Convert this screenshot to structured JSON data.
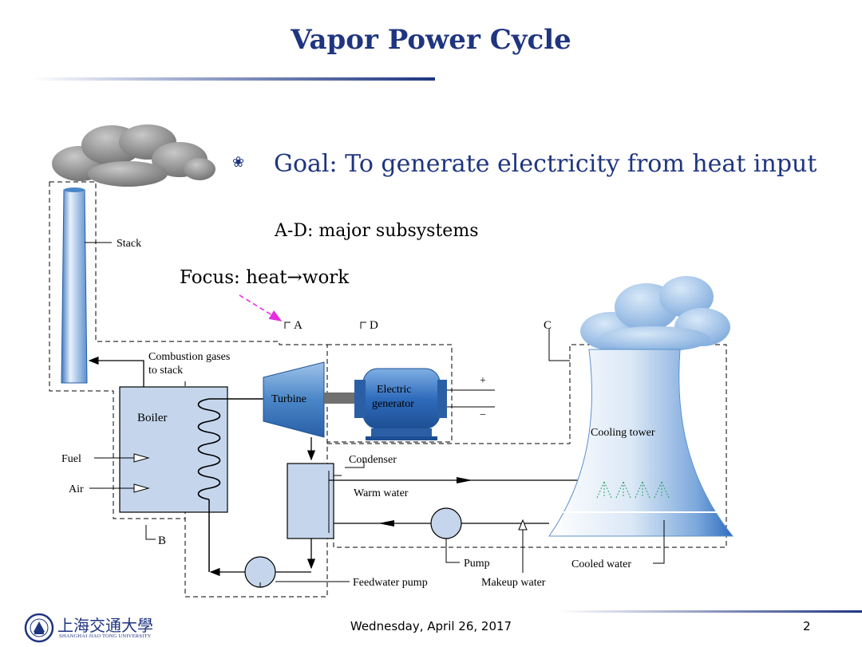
{
  "slide": {
    "title": "Vapor Power Cycle",
    "goal": "Goal: To generate electricity from heat input",
    "subsystems_note": "A-D: major subsystems",
    "focus": "Focus: heat→work"
  },
  "diagram": {
    "labels": {
      "stack": "Stack",
      "combustion_gases_line1": "Combustion gases",
      "combustion_gases_line2": "to stack",
      "boiler": "Boiler",
      "fuel": "Fuel",
      "air": "Air",
      "turbine": "Turbine",
      "electric": "Electric",
      "generator": "generator",
      "plus": "+",
      "minus": "−",
      "condenser": "Condenser",
      "warm_water": "Warm water",
      "cooling_tower": "Cooling tower",
      "pump": "Pump",
      "cooled_water": "Cooled water",
      "feedwater_pump": "Feedwater pump",
      "makeup_water": "Makeup water",
      "sub_a": "A",
      "sub_b": "B",
      "sub_c": "C",
      "sub_d": "D"
    },
    "colors": {
      "equipment_fill": "#c5d6ec",
      "turbine_blue": "#4a86c7",
      "smoke": "#8a8a8a",
      "cloud": "#8fb6e0",
      "focus_arrow": "#e62ee0"
    }
  },
  "footer": {
    "date": "Wednesday, April 26, 2017",
    "page": "2",
    "university_cn": "上海交通大學",
    "university_en": "SHANGHAI JIAO TONG UNIVERSITY"
  }
}
